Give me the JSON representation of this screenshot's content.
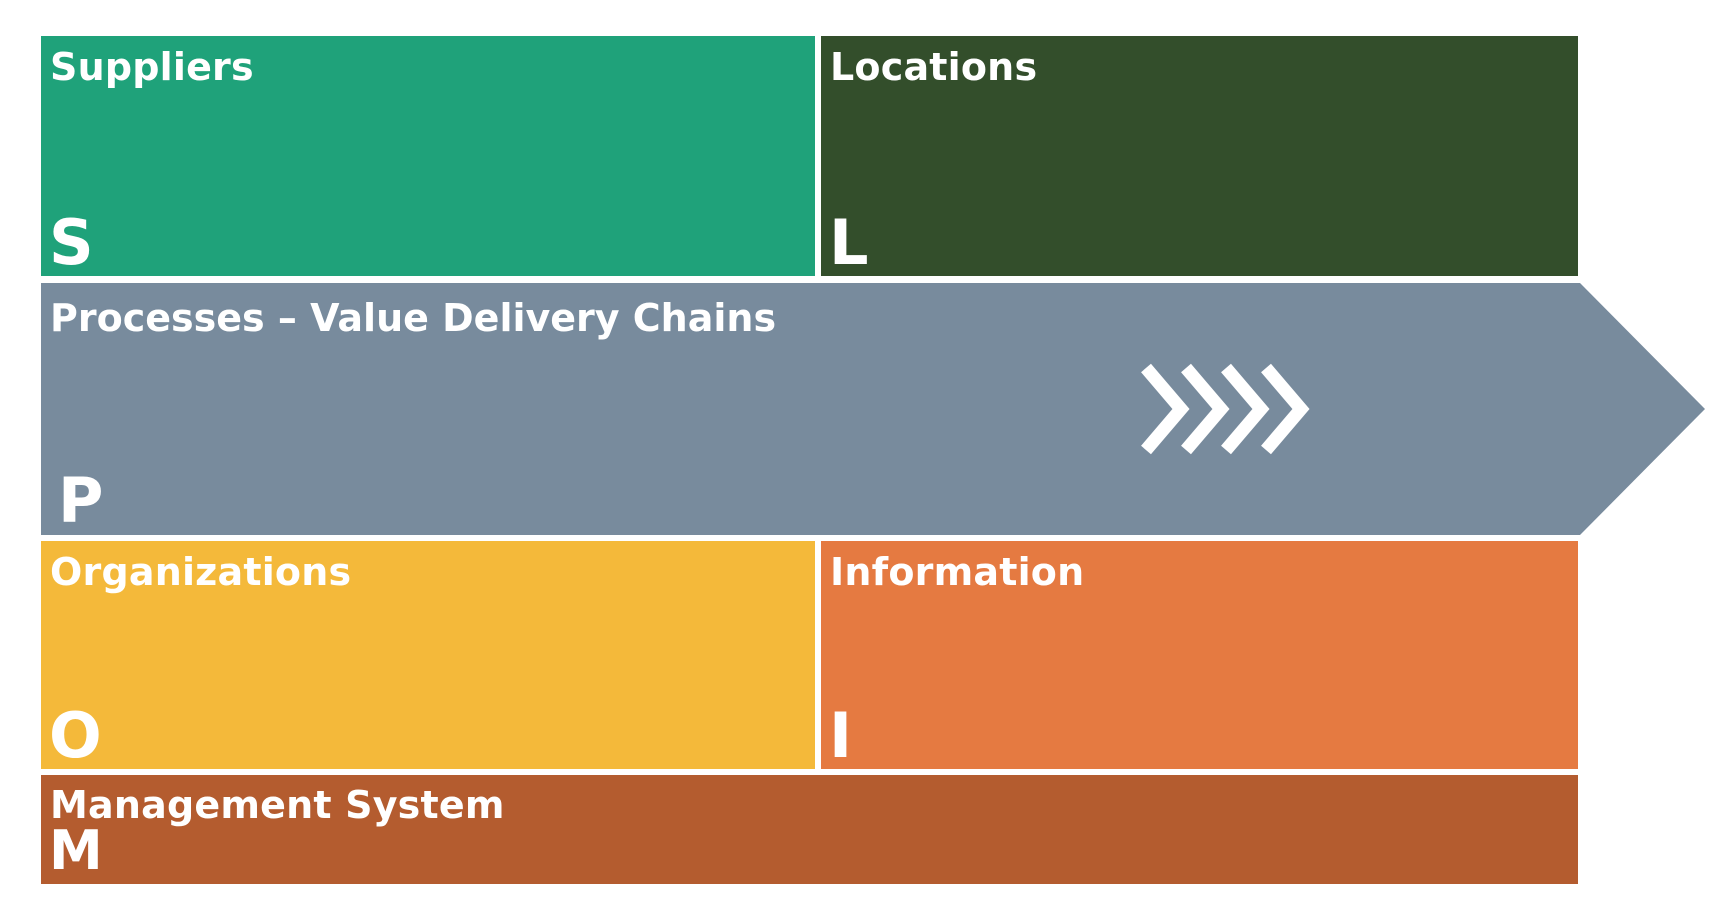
{
  "colors": {
    "suppliers": "#1fa27a",
    "locations": "#334e2b",
    "processes": "#788b9d",
    "organizations": "#f4b93a",
    "information": "#e57a41",
    "management": "#b45c2f",
    "text": "#ffffff"
  },
  "suppliers": {
    "title": "Suppliers",
    "letter": "S"
  },
  "locations": {
    "title": "Locations",
    "letter": "L"
  },
  "processes": {
    "title": "Processes – Value Delivery Chains",
    "letter": "P",
    "icon": "chevrons-right-icon"
  },
  "organizations": {
    "title": "Organizations",
    "letter": "O"
  },
  "information": {
    "title": "Information",
    "letter": "I"
  },
  "management": {
    "title": "Management System",
    "letter": "M"
  }
}
